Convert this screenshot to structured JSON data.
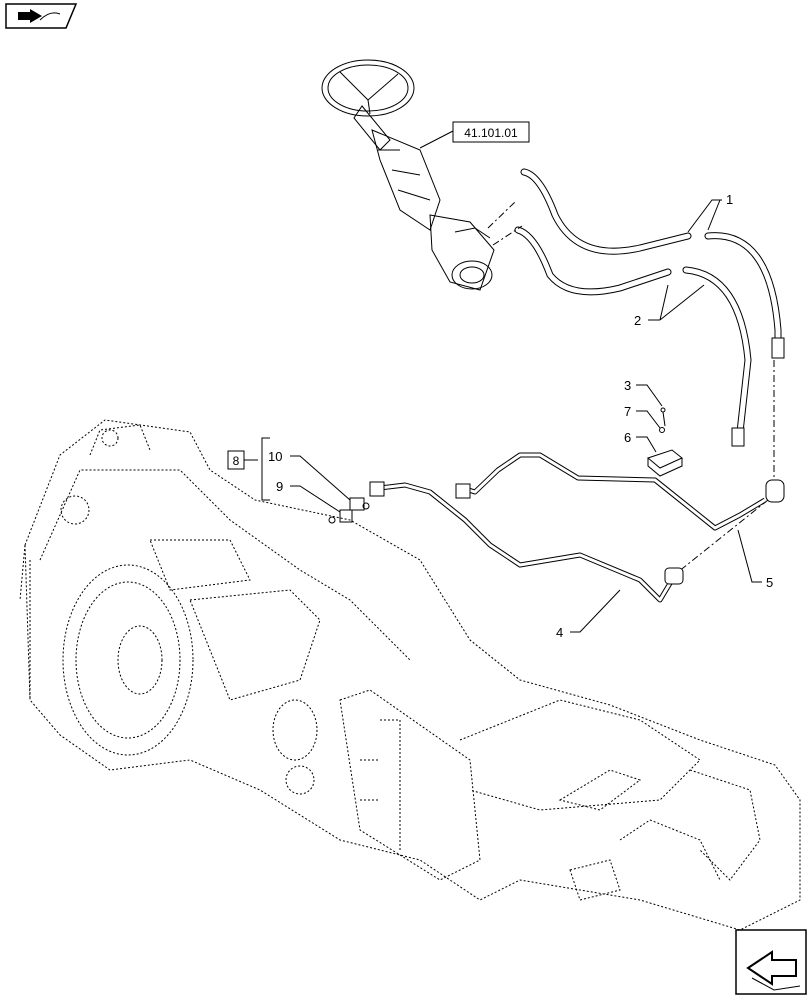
{
  "nav": {
    "top_icon": "book-arrow-icon",
    "bottom_icon": "next-page-arrow-icon"
  },
  "reference_box": {
    "label": "41.101.01"
  },
  "group_box": {
    "label": "8"
  },
  "callouts": {
    "c1": "1",
    "c2": "2",
    "c3": "3",
    "c4": "4",
    "c5": "5",
    "c6": "6",
    "c7": "7",
    "c9": "9",
    "c10": "10"
  }
}
